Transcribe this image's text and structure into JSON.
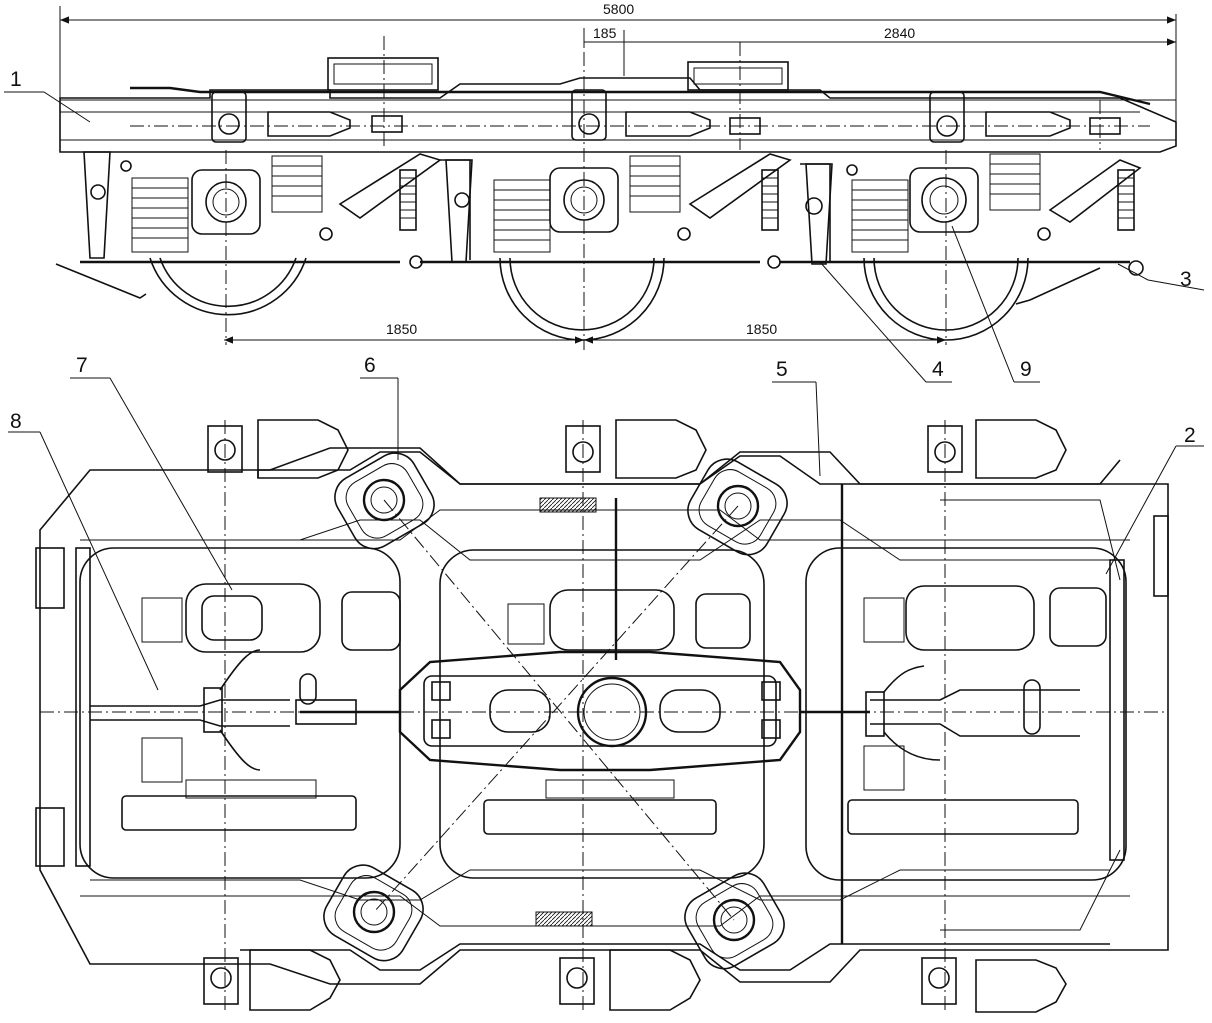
{
  "dimensions": {
    "overall_length": "5800",
    "offset": "185",
    "half_length": "2840",
    "wheelbase_left": "1850",
    "wheelbase_right": "1850"
  },
  "callouts": {
    "c1": "1",
    "c2": "2",
    "c3": "3",
    "c4": "4",
    "c5": "5",
    "c6": "6",
    "c7": "7",
    "c8": "8",
    "c9": "9"
  }
}
